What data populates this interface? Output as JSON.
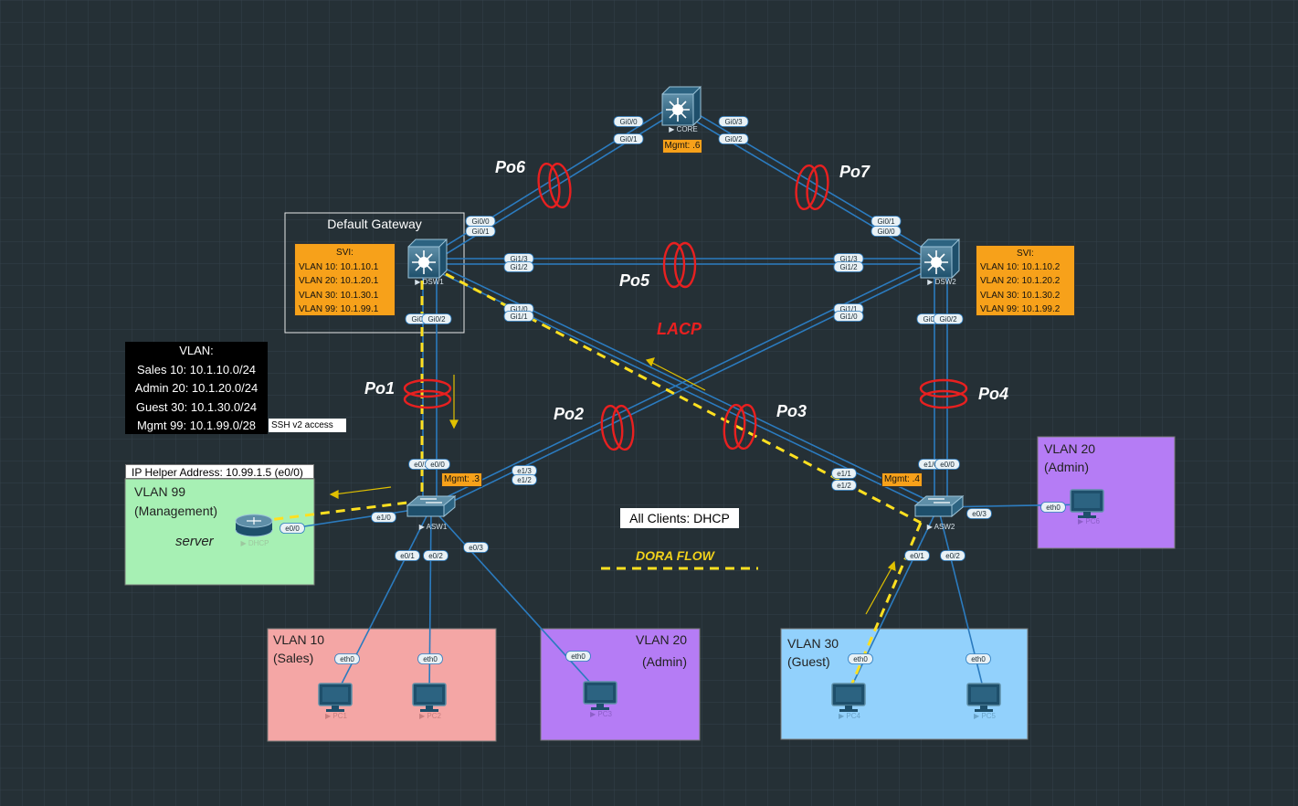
{
  "devices": {
    "core": {
      "name": "▶ CORE",
      "mgmt": "Mgmt: .6"
    },
    "dsw1": {
      "name": "▶ DSW1"
    },
    "dsw2": {
      "name": "▶ DSW2"
    },
    "asw1": {
      "name": "▶ ASW1",
      "mgmt": "Mgmt: .3"
    },
    "asw2": {
      "name": "▶ ASW2",
      "mgmt": "Mgmt: .4"
    },
    "dhcp": {
      "name": "▶ DHCP"
    }
  },
  "pcs": {
    "pc1": "▶ PC1",
    "pc2": "▶ PC2",
    "pc3": "▶ PC3",
    "pc4": "▶ PC4",
    "pc5": "▶ PC5",
    "pc6": "▶ PC6"
  },
  "port_channels": {
    "po1": "Po1",
    "po2": "Po2",
    "po3": "Po3",
    "po4": "Po4",
    "po5": "Po5",
    "po6": "Po6",
    "po7": "Po7"
  },
  "lacp_label": "LACP",
  "default_gateway": "Default Gateway",
  "svi_dsw1": [
    "SVI:",
    "VLAN 10: 10.1.10.1",
    "VLAN 20: 10.1.20.1",
    "VLAN 30: 10.1.30.1",
    "VLAN 99: 10.1.99.1"
  ],
  "svi_dsw2": [
    "SVI:",
    "VLAN 10: 10.1.10.2",
    "VLAN 20: 10.1.20.2",
    "VLAN 30: 10.1.30.2",
    "VLAN 99: 10.1.99.2"
  ],
  "vlan_legend": [
    "VLAN:",
    "Sales 10: 10.1.10.0/24",
    "Admin 20: 10.1.20.0/24",
    "Guest 30: 10.1.30.0/24",
    "Mgmt 99: 10.1.99.0/28"
  ],
  "ssh_note": "SSH v2 access",
  "ip_helper": "IP Helper Address: 10.99.1.5 (e0/0)",
  "all_clients": "All Clients: DHCP",
  "dora_flow": "DORA FLOW",
  "zones": {
    "mgmt": {
      "line1": "VLAN 99",
      "line2": "(Management)",
      "server": "server",
      "color": "#a7f0b4"
    },
    "sales": {
      "line1": "VLAN 10",
      "line2": "(Sales)",
      "color": "#f4a6a5"
    },
    "admin_left": {
      "line1": "VLAN 20",
      "line2": "(Admin)",
      "color": "#b57cf5"
    },
    "guest": {
      "line1": "VLAN 30",
      "line2": "(Guest)",
      "color": "#92d1fc"
    },
    "admin_right": {
      "line1": "VLAN 20",
      "line2": "(Admin)",
      "color": "#b57cf5"
    }
  },
  "ports": [
    "Gi0/0",
    "Gi0/1",
    "Gi0/3",
    "Gi0/2",
    "Gi0/0",
    "Gi0/1",
    "Gi0/1",
    "Gi0/0",
    "Gi1/3",
    "Gi1/2",
    "Gi1/3",
    "Gi1/2",
    "Gi1/0",
    "Gi1/1",
    "Gi1/1",
    "Gi1/0",
    "Gi0/3",
    "Gi0/2",
    "Gi0/3",
    "Gi0/2",
    "e0/1",
    "e0/0",
    "e1/3",
    "e1/2",
    "e1/1",
    "e1/2",
    "e1/0",
    "e0/0",
    "e1/0",
    "e0/0",
    "e0/1",
    "e0/2",
    "e0/3",
    "e0/3",
    "e0/1",
    "e0/2",
    "eth0",
    "eth0",
    "eth0",
    "eth0",
    "eth0",
    "eth0"
  ],
  "colors": {
    "background": "#253036",
    "link": "#2b7bbf",
    "dora": "#ffe020",
    "lacp": "#ff2a2a",
    "mgmt_box": "#f7a11a"
  }
}
